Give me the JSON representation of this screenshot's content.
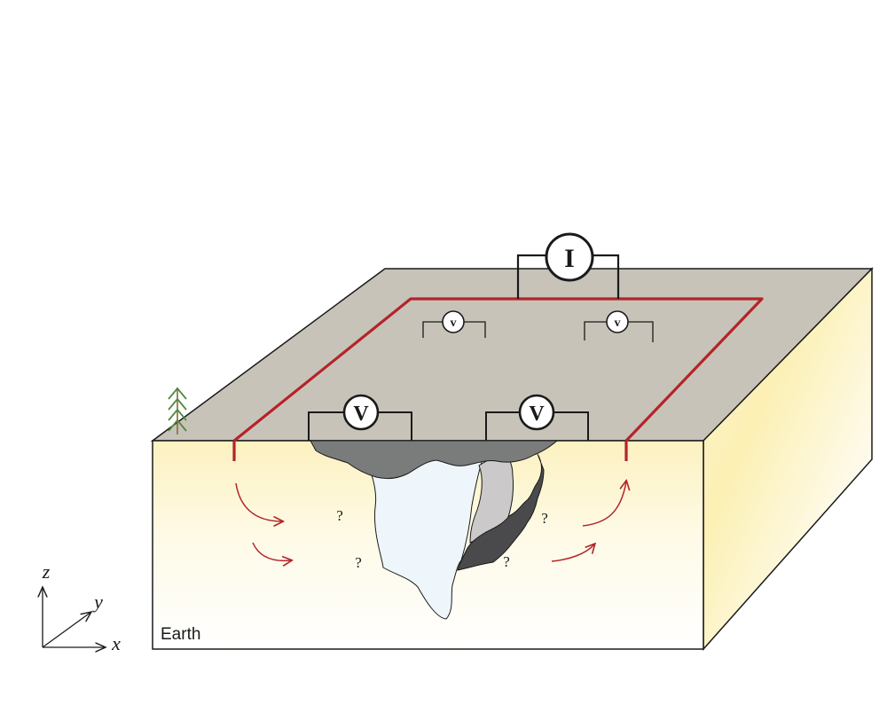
{
  "meters": {
    "current": "I",
    "voltage_large": [
      "V",
      "V"
    ],
    "voltage_small": [
      "v",
      "v"
    ]
  },
  "unknown_markers": [
    "?",
    "?",
    "?",
    "?"
  ],
  "axes": {
    "z": "z",
    "y": "y",
    "x": "x"
  },
  "block_label": "Earth",
  "colors": {
    "surface": "#c8c3b8",
    "soil_light": "#fffdf4",
    "soil_warm": "#fcf0b4",
    "current_wire": "#b3242a",
    "meter_wire": "#1a1a1a",
    "tree": "#4f8a3c",
    "ore_dark_gray": "#7a7b7b",
    "ore_light_body": "#eef6fb",
    "ore_light_gray": "#cbc9c9",
    "ore_charcoal": "#4a4a4c"
  }
}
